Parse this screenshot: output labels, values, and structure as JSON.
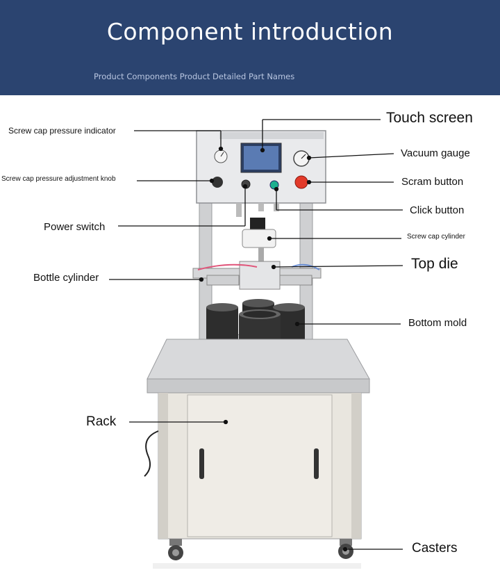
{
  "header": {
    "title": "Component introduction",
    "subtitle": "Product Components Product Detailed Part Names"
  },
  "labels": {
    "screw_cap_pressure_indicator": "Screw cap pressure indicator",
    "screw_cap_pressure_adjustment_knob": "Screw cap pressure adjustment knob",
    "power_switch": "Power switch",
    "bottle_cylinder": "Bottle cylinder",
    "rack": "Rack",
    "touch_screen": "Touch screen",
    "vacuum_gauge": "Vacuum gauge",
    "scram_button": "Scram button",
    "click_button": "Click button",
    "screw_cap_cylinder": "Screw cap cylinder",
    "top_die": "Top die",
    "bottom_mold": "Bottom mold",
    "casters": "Casters"
  },
  "colors": {
    "header_bg": "#2b4470",
    "scram_button": "#e23a2a"
  }
}
